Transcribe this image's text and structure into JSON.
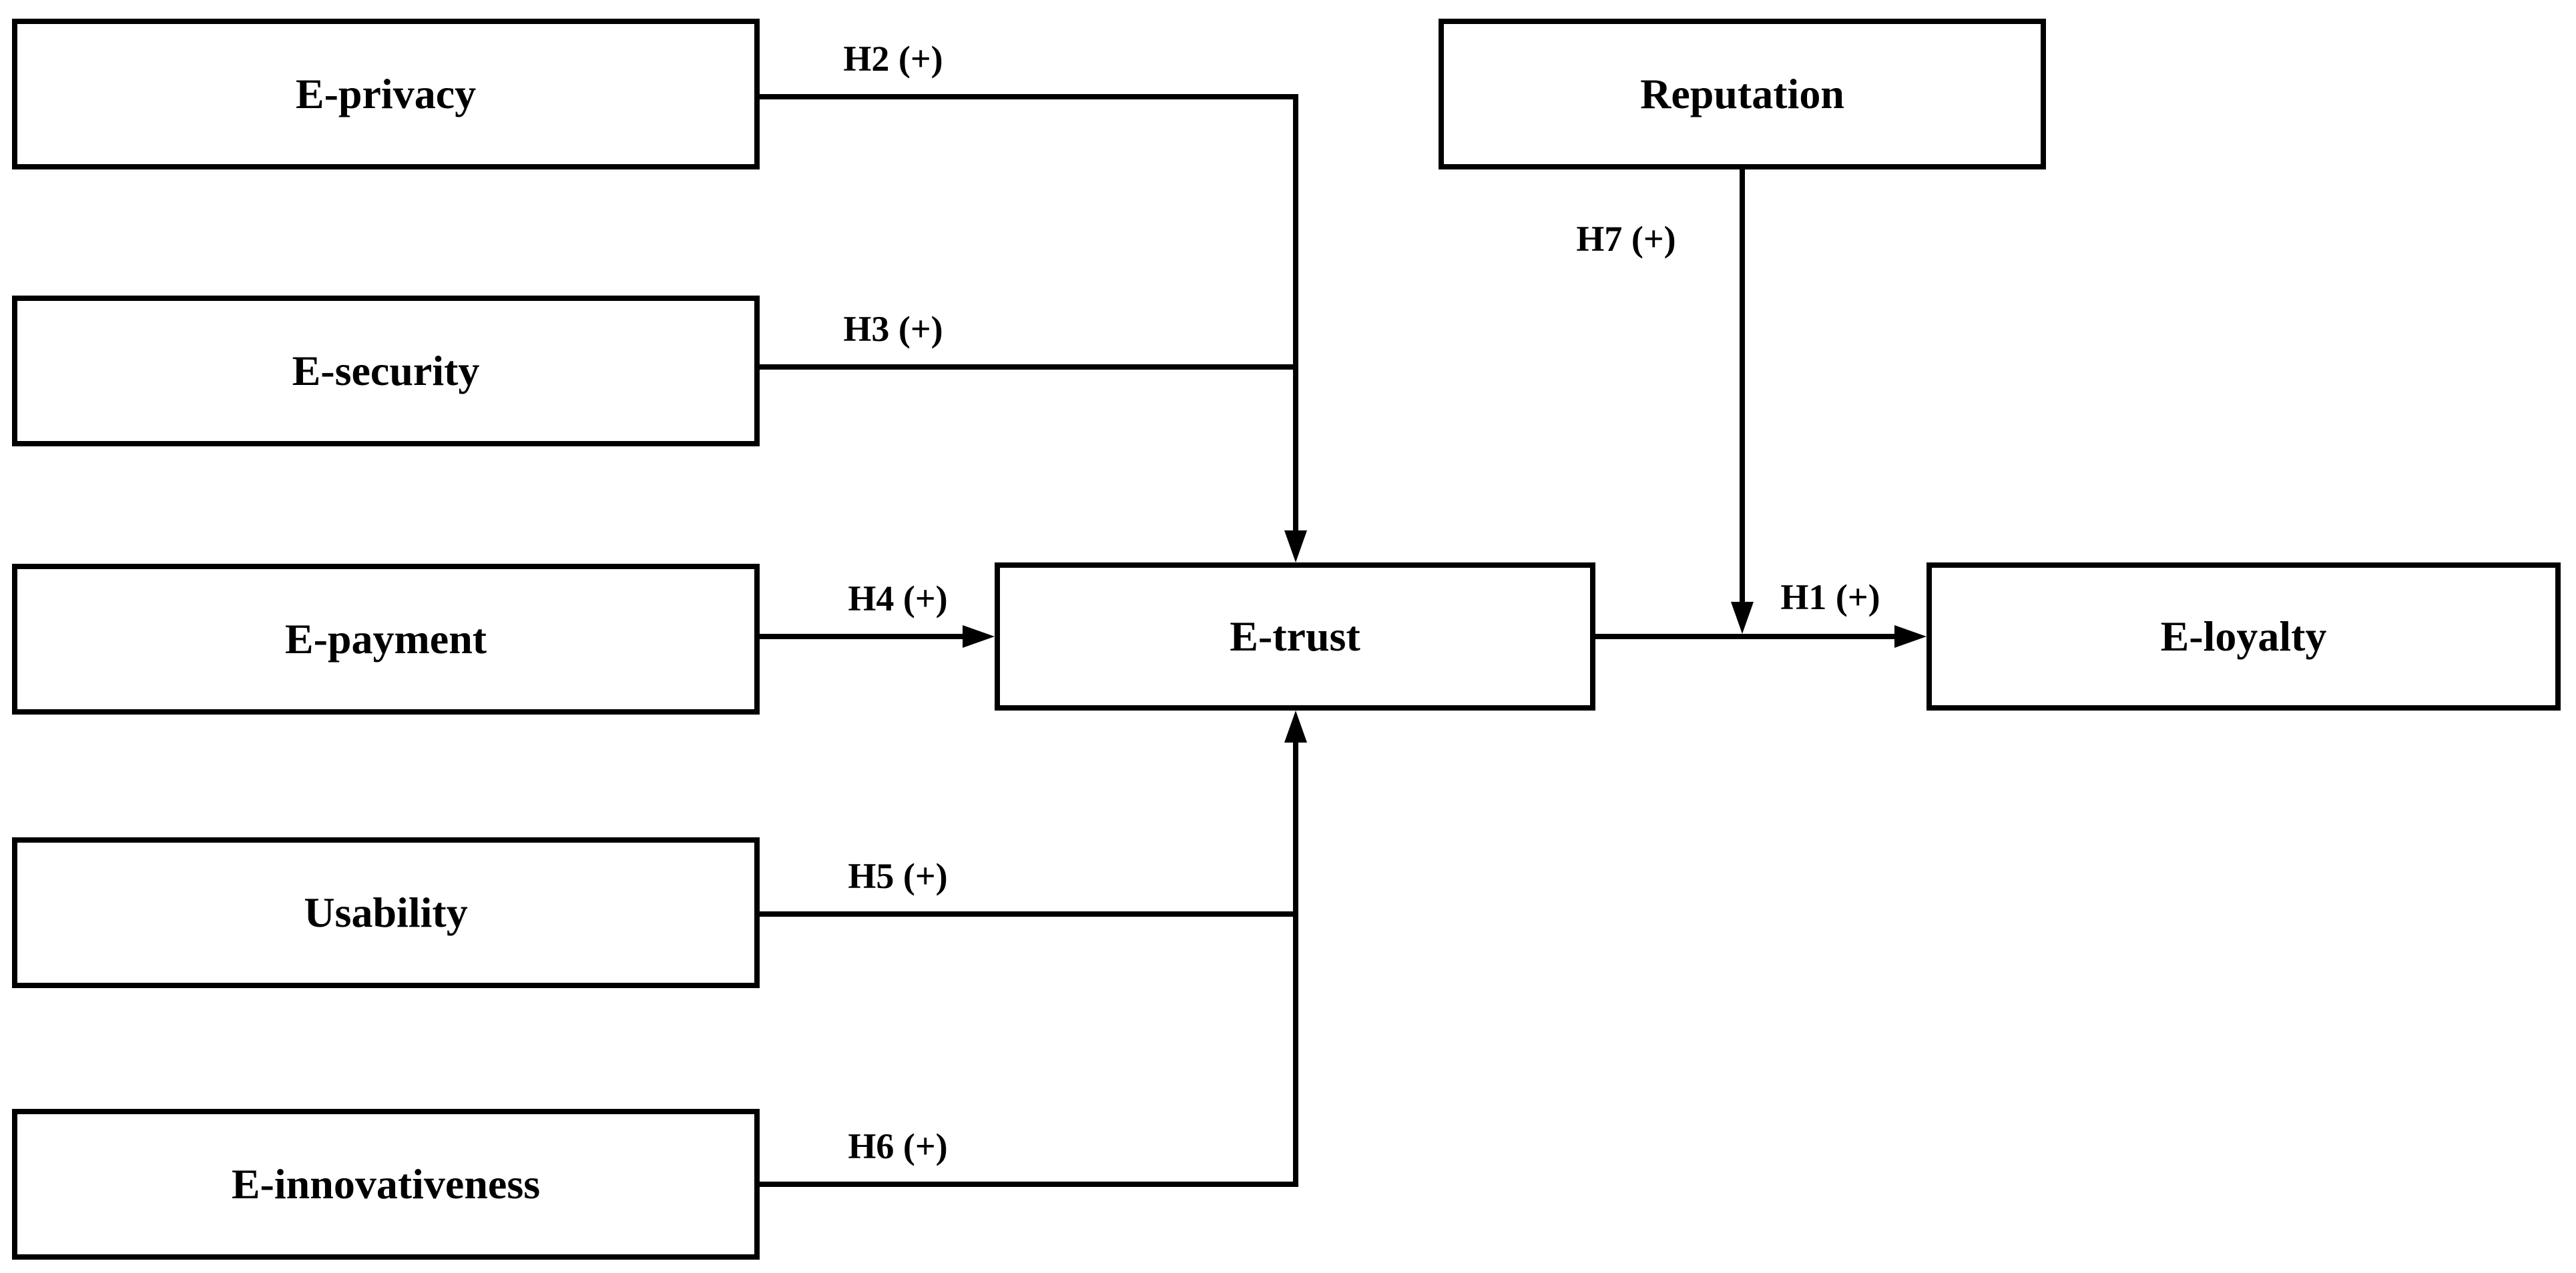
{
  "diagram": {
    "boxes": {
      "e_privacy": {
        "label": "E-privacy"
      },
      "e_security": {
        "label": "E-security"
      },
      "e_payment": {
        "label": "E-payment"
      },
      "usability": {
        "label": "Usability"
      },
      "e_innovativeness": {
        "label": "E-innovativeness"
      },
      "e_trust": {
        "label": "E-trust"
      },
      "reputation": {
        "label": "Reputation"
      },
      "e_loyalty": {
        "label": "E-loyalty"
      }
    },
    "hypothesis_labels": {
      "h1": "H1 (+)",
      "h2": "H2 (+)",
      "h3": "H3 (+)",
      "h4": "H4 (+)",
      "h5": "H5 (+)",
      "h6": "H6 (+)",
      "h7": "H7 (+)"
    },
    "edges": [
      {
        "from": "E-privacy",
        "to": "E-trust",
        "label": "H2 (+)"
      },
      {
        "from": "E-security",
        "to": "E-trust",
        "label": "H3 (+)"
      },
      {
        "from": "E-payment",
        "to": "E-trust",
        "label": "H4 (+)"
      },
      {
        "from": "Usability",
        "to": "E-trust",
        "label": "H5 (+)"
      },
      {
        "from": "E-innovativeness",
        "to": "E-trust",
        "label": "H6 (+)"
      },
      {
        "from": "E-trust",
        "to": "E-loyalty",
        "label": "H1 (+)"
      },
      {
        "from": "Reputation",
        "to": "E-trust to E-loyalty path",
        "label": "H7 (+)"
      }
    ],
    "colors": {
      "background": "#ffffff",
      "box_fill": "#ffffff",
      "line": "#000000",
      "text": "#000000"
    }
  }
}
